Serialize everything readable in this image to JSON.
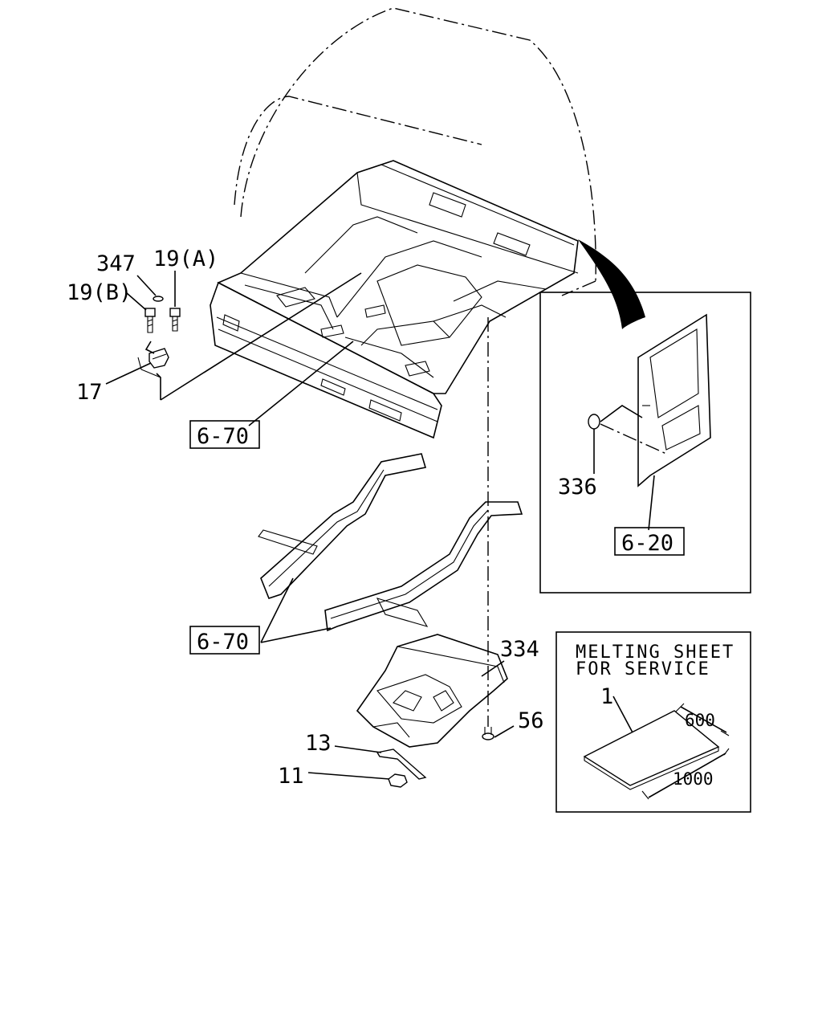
{
  "labels": {
    "p347": "347",
    "p19a": "19(A)",
    "p19b": "19(B)",
    "p17": "17",
    "p670_top": "6-70",
    "p670_bottom": "6-70",
    "p336": "336",
    "p620": "6-20",
    "p334": "334",
    "p56": "56",
    "p13": "13",
    "p11": "11"
  },
  "service_box": {
    "title_line1": "MELTING SHEET",
    "title_line2": "FOR SERVICE",
    "part_no": "1",
    "dim_width": "600",
    "dim_length": "1000"
  }
}
